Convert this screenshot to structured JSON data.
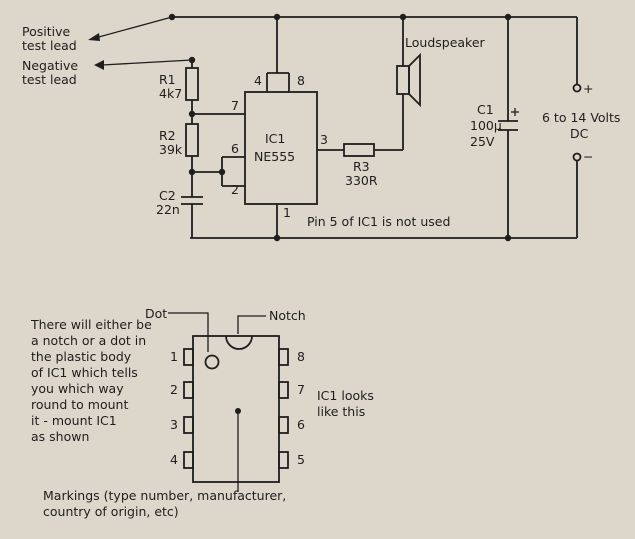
{
  "circuit": {
    "positive_lead": [
      "Positive",
      "test lead"
    ],
    "negative_lead": [
      "Negative",
      "test lead"
    ],
    "r1": [
      "R1",
      "4k7"
    ],
    "r2": [
      "R2",
      "39k"
    ],
    "c2": [
      "C2",
      "22n"
    ],
    "ic": [
      "IC1",
      "NE555"
    ],
    "pins": {
      "p4": "4",
      "p8": "8",
      "p7": "7",
      "p6": "6",
      "p2": "2",
      "p3": "3",
      "p1": "1"
    },
    "r3": [
      "R3",
      "330R"
    ],
    "speaker": "Loudspeaker",
    "c1": [
      "C1",
      "100µ",
      "25V"
    ],
    "supply": [
      "6 to 14 Volts",
      "DC"
    ],
    "plus": "+",
    "minus": "−",
    "pin5_note": "Pin 5 of IC1 is not used"
  },
  "package": {
    "dot_label": "Dot",
    "notch_label": "Notch",
    "note": [
      "There will either be",
      "a notch or a dot in",
      "the plastic body",
      "of IC1 which tells",
      "you which way",
      "round to mount",
      "it - mount IC1",
      "as shown"
    ],
    "left_pins": [
      "1",
      "2",
      "3",
      "4"
    ],
    "right_pins": [
      "8",
      "7",
      "6",
      "5"
    ],
    "looks_like": [
      "IC1 looks",
      "like this"
    ],
    "markings": [
      "Markings (type number, manufacturer,",
      "country of origin, etc)"
    ]
  }
}
